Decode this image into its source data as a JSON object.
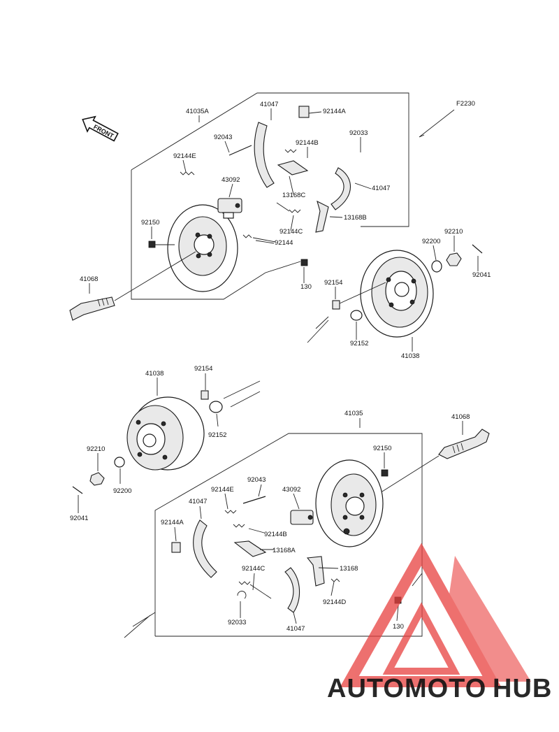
{
  "diagram_code": "F2230",
  "front_label": "FRONT",
  "callouts": {
    "u_41035A": "41035A",
    "u_41047_top": "41047",
    "u_92144A": "92144A",
    "u_92043": "92043",
    "u_92144B": "92144B",
    "u_92033": "92033",
    "u_92144E": "92144E",
    "u_43092": "43092",
    "u_13168C": "13168C",
    "u_41047_right": "41047",
    "u_92150": "92150",
    "u_92144C": "92144C",
    "u_13168B": "13168B",
    "u_92144": "92144",
    "u_41068": "41068",
    "u_130": "130",
    "u_92210": "92210",
    "u_92200": "92200",
    "u_92041": "92041",
    "u_92154": "92154",
    "u_92152": "92152",
    "u_41038": "41038",
    "l_41038": "41038",
    "l_92154": "92154",
    "l_92152": "92152",
    "l_41035": "41035",
    "l_41068": "41068",
    "l_92150": "92150",
    "l_92210": "92210",
    "l_92200": "92200",
    "l_92041": "92041",
    "l_92043": "92043",
    "l_92144E": "92144E",
    "l_43092": "43092",
    "l_41047_a": "41047",
    "l_92144A": "92144A",
    "l_92144B": "92144B",
    "l_13168A": "13168A",
    "l_92144C": "92144C",
    "l_13168": "13168",
    "l_92144D": "92144D",
    "l_92033": "92033",
    "l_41047_b": "41047",
    "l_130": "130"
  },
  "watermark": {
    "word_a": "AUTOMOTO",
    "word_b": "HUB",
    "color_a": "#f6b27a",
    "color_b": "#555555",
    "logo_color": "#e8413f"
  }
}
